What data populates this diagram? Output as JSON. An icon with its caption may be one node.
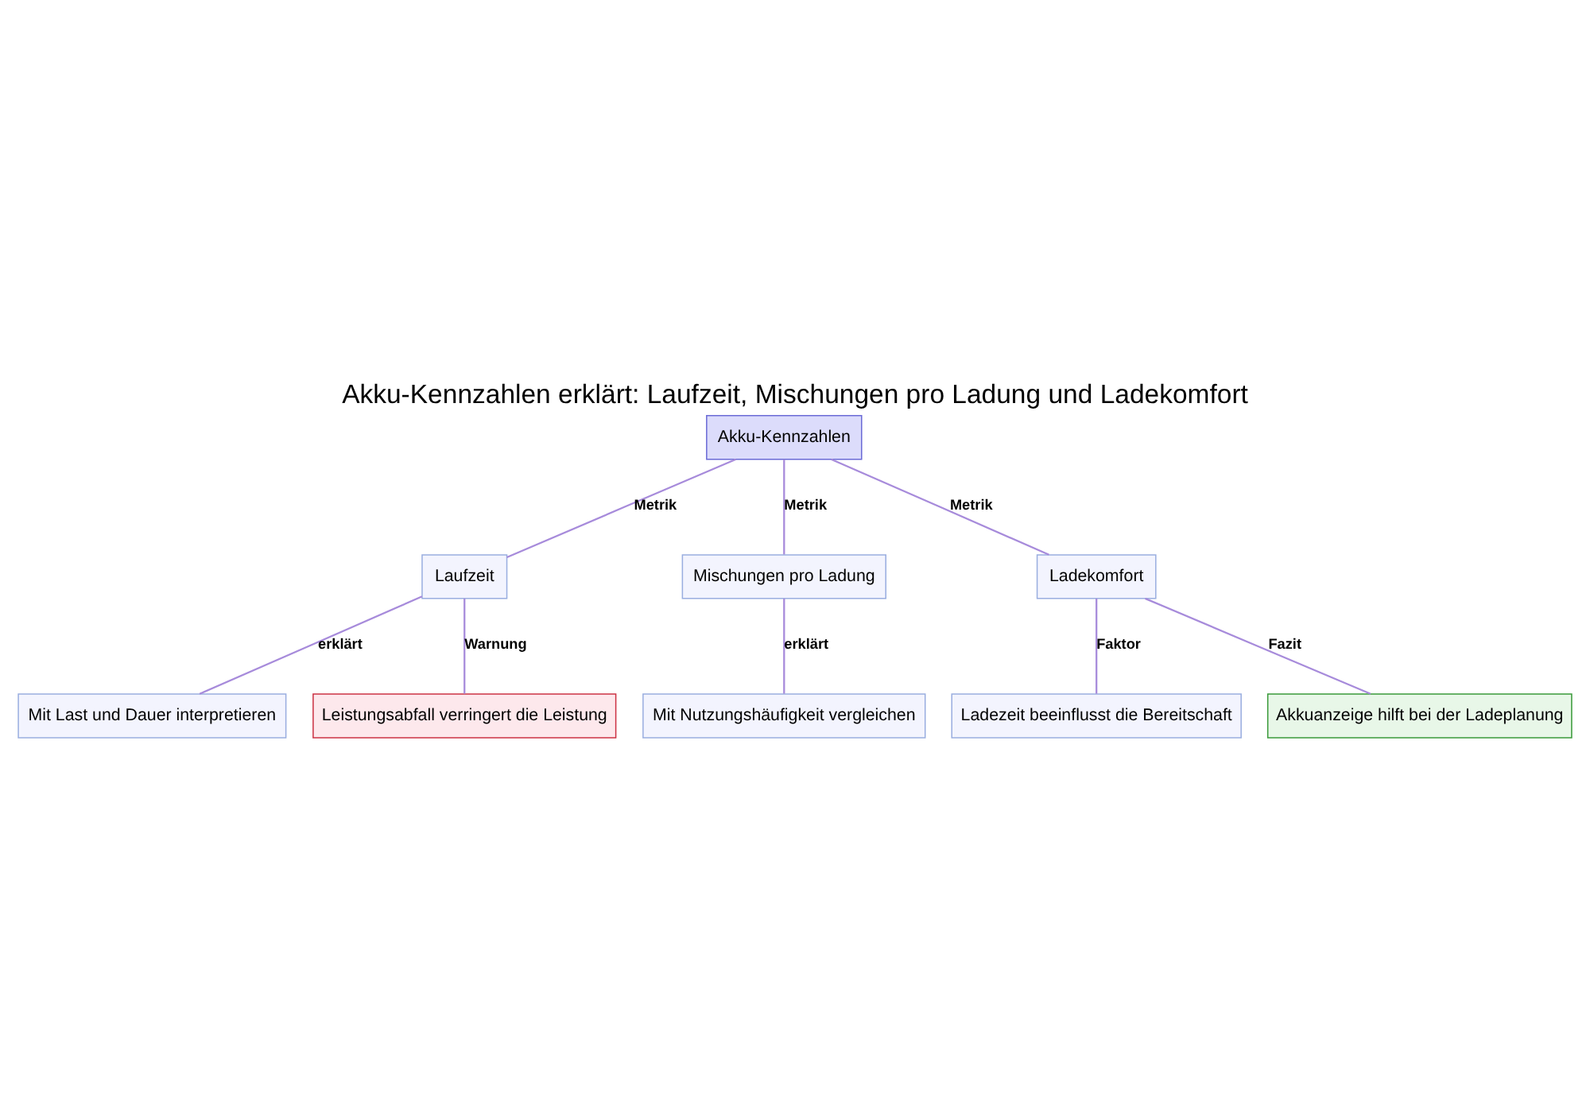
{
  "diagram": {
    "title": "Akku-Kennzahlen erklärt: Laufzeit, Mischungen pro Ladung und Ladekomfort",
    "nodes": [
      {
        "text": [
          "Akku-Kennzahlen"
        ]
      },
      {
        "text": [
          "Laufzeit"
        ]
      },
      {
        "text": [
          "Mischungen pro Ladung"
        ]
      },
      {
        "text": [
          "Ladekomfort"
        ]
      },
      {
        "text": [
          "Mit Last und Dauer interpretieren"
        ]
      },
      {
        "text": [
          "Leistungsabfall verringert die Leistung"
        ]
      },
      {
        "text": [
          "Mit Nutzungshäufigkeit vergleichen"
        ]
      },
      {
        "text": [
          "Ladezeit beeinflusst die Bereitschaft"
        ]
      },
      {
        "text": [
          "Akkuanzeige hilft bei der Ladeplanung"
        ]
      }
    ],
    "edges": [
      {
        "from": 0,
        "to": 1,
        "arrow": "none",
        "label": "Metrik"
      },
      {
        "from": 0,
        "to": 2,
        "arrow": "none",
        "label": "Metrik"
      },
      {
        "from": 0,
        "to": 3,
        "arrow": "none",
        "label": "Metrik"
      },
      {
        "from": 1,
        "to": 4,
        "arrow": "none",
        "label": "erklärt"
      },
      {
        "from": 1,
        "to": 5,
        "arrow": "none",
        "label": "Warnung"
      },
      {
        "from": 2,
        "to": 6,
        "arrow": "none",
        "label": "erklärt"
      },
      {
        "from": 3,
        "to": 7,
        "arrow": "none",
        "label": "Faktor"
      },
      {
        "from": 3,
        "to": 8,
        "arrow": "none",
        "label": "Fazit"
      }
    ]
  }
}
